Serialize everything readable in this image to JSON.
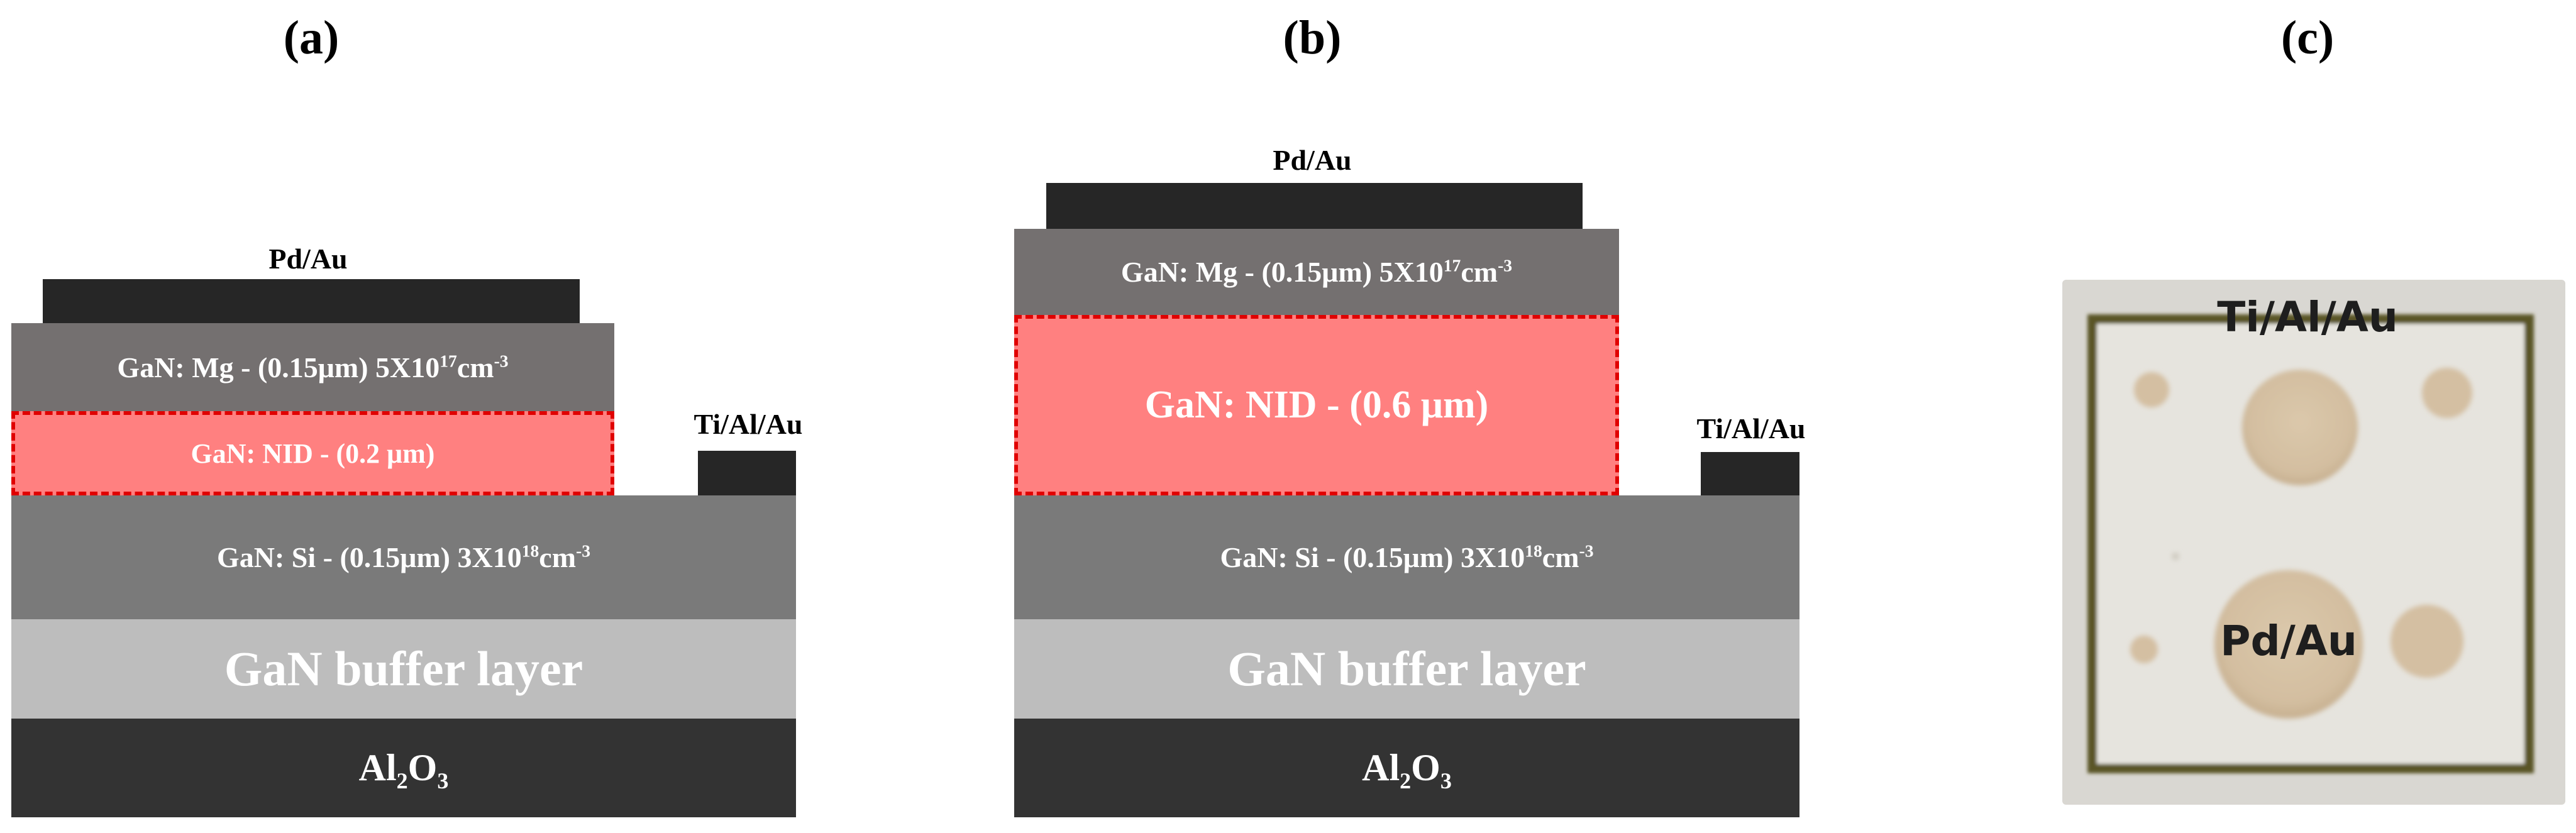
{
  "panels": {
    "a": {
      "label": "(a)"
    },
    "b": {
      "label": "(b)"
    },
    "c": {
      "label": "(c)"
    }
  },
  "labels": {
    "top_contact": "Pd/Au",
    "side_contact": "Ti/Al/Au",
    "mg_layer": {
      "prefix": "GaN: Mg - (0.15μm) 5X10",
      "exp": "17",
      "unit": "cm",
      "unit_exp": "-3"
    },
    "si_layer": {
      "prefix": "GaN: Si - (0.15μm) 3X10",
      "exp": "18",
      "unit": "cm",
      "unit_exp": "-3"
    },
    "nid_a": "GaN: NID - (0.2 μm)",
    "nid_b": "GaN: NID - (0.6 μm)",
    "buffer": "GaN buffer layer",
    "substrate": {
      "a": "Al",
      "s1": "2",
      "b": "O",
      "s2": "3"
    }
  },
  "photo": {
    "top_label": "Ti/Al/Au",
    "pad_label": "Pd/Au"
  },
  "colors": {
    "metal": "#262626",
    "mg_layer": "#747070",
    "nid_fill": "#ff8080",
    "nid_border": "#e00000",
    "si_layer": "#7a7a7a",
    "buffer": "#bdbdbd",
    "substrate": "#333333",
    "photo_frame": "#5a5426",
    "photo_pad": "#d6c2a4"
  }
}
